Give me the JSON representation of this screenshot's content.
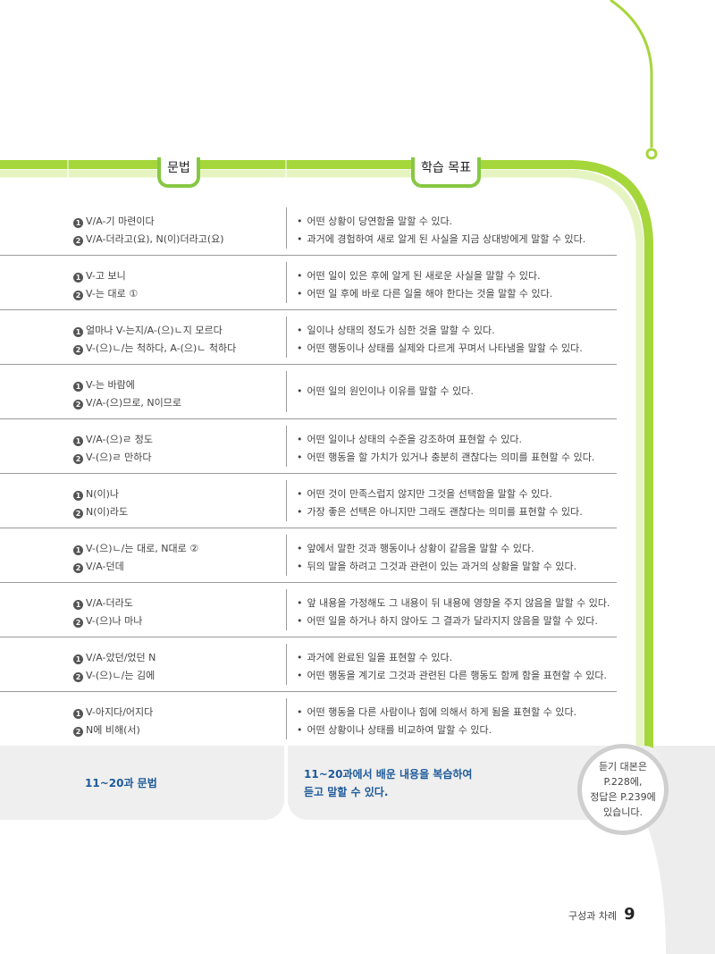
{
  "colors": {
    "accent_green": "#a5d63a",
    "accent_green_light": "#e6f4c2",
    "tab_border": "#86c843",
    "review_text": "#1d5a9a",
    "review_bg": "#efefef"
  },
  "header": {
    "grammar_label": "문법",
    "goal_label": "학습 목표"
  },
  "rows": [
    {
      "grammar": [
        "V/A-기 마련이다",
        "V/A-더라고(요), N(이)더라고(요)"
      ],
      "goals": [
        "어떤 상황이 당연함을 말할 수 있다.",
        "과거에 경험하여 새로 알게 된 사실을 지금 상대방에게 말할 수 있다."
      ]
    },
    {
      "grammar": [
        "V-고 보니",
        "V-는 대로 ①"
      ],
      "goals": [
        "어떤 일이 있은 후에 알게 된 새로운 사실을 말할 수 있다.",
        "어떤 일 후에 바로 다른 일을 해야 한다는 것을 말할 수 있다."
      ]
    },
    {
      "grammar": [
        "얼마나 V-는지/A-(으)ㄴ지 모르다",
        "V-(으)ㄴ/는 척하다, A-(으)ㄴ 척하다"
      ],
      "goals": [
        "일이나 상태의 정도가 심한 것을 말할 수 있다.",
        "어떤 행동이나 상태를 실제와 다르게 꾸며서 나타냄을 말할 수 있다."
      ]
    },
    {
      "grammar": [
        "V-는 바람에",
        "V/A-(으)므로, N이므로"
      ],
      "goals": [
        "어떤 일의 원인이나 이유를 말할 수 있다."
      ]
    },
    {
      "grammar": [
        "V/A-(으)ㄹ 정도",
        "V-(으)ㄹ 만하다"
      ],
      "goals": [
        "어떤 일이나 상태의 수준을 강조하여 표현할 수 있다.",
        "어떤 행동을 할 가치가 있거나 충분히 괜찮다는 의미를 표현할 수 있다."
      ]
    },
    {
      "grammar": [
        "N(이)나",
        "N(이)라도"
      ],
      "goals": [
        "어떤 것이 만족스럽지 않지만 그것을 선택함을 말할 수 있다.",
        "가장 좋은 선택은 아니지만 그래도 괜찮다는 의미를 표현할 수 있다."
      ]
    },
    {
      "grammar": [
        "V-(으)ㄴ/는 대로, N대로 ②",
        "V/A-던데"
      ],
      "goals": [
        "앞에서 말한 것과 행동이나 상황이 같음을 말할 수 있다.",
        "뒤의 말을 하려고 그것과 관련이 있는 과거의 상황을 말할 수 있다."
      ]
    },
    {
      "grammar": [
        "V/A-더라도",
        "V-(으)나 마나"
      ],
      "goals": [
        "앞 내용을 가정해도 그 내용이 뒤 내용에 영향을 주지 않음을 말할 수 있다.",
        "어떤 일을 하거나 하지 않아도 그 결과가 달라지지 않음을 말할 수 있다."
      ]
    },
    {
      "grammar": [
        "V/A-았던/었던 N",
        "V-(으)ㄴ/는 김에"
      ],
      "goals": [
        "과거에 완료된 일을 표현할 수 있다.",
        "어떤 행동을 계기로 그것과 관련된 다른 행동도 함께 함을 표현할 수 있다."
      ]
    },
    {
      "grammar": [
        "V-아지다/어지다",
        "N에 비해(서)"
      ],
      "goals": [
        "어떤 행동을 다른 사람이나 힘에 의해서 하게 됨을 표현할 수 있다.",
        "어떤 상황이나 상태를 비교하여 말할 수 있다."
      ]
    }
  ],
  "markers": {
    "first": "1",
    "second": "2",
    "bullet": "•"
  },
  "review": {
    "grammar": "11~20과 문법",
    "goal_line1": "11~20과에서 배운 내용을 복습하여",
    "goal_line2": "듣고 말할 수 있다."
  },
  "note": {
    "line1": "듣기 대본은",
    "line2": "P.228에,",
    "line3": "정답은 P.239에",
    "line4": "있습니다."
  },
  "footer": {
    "section": "구성과 차례",
    "page_number": "9"
  }
}
